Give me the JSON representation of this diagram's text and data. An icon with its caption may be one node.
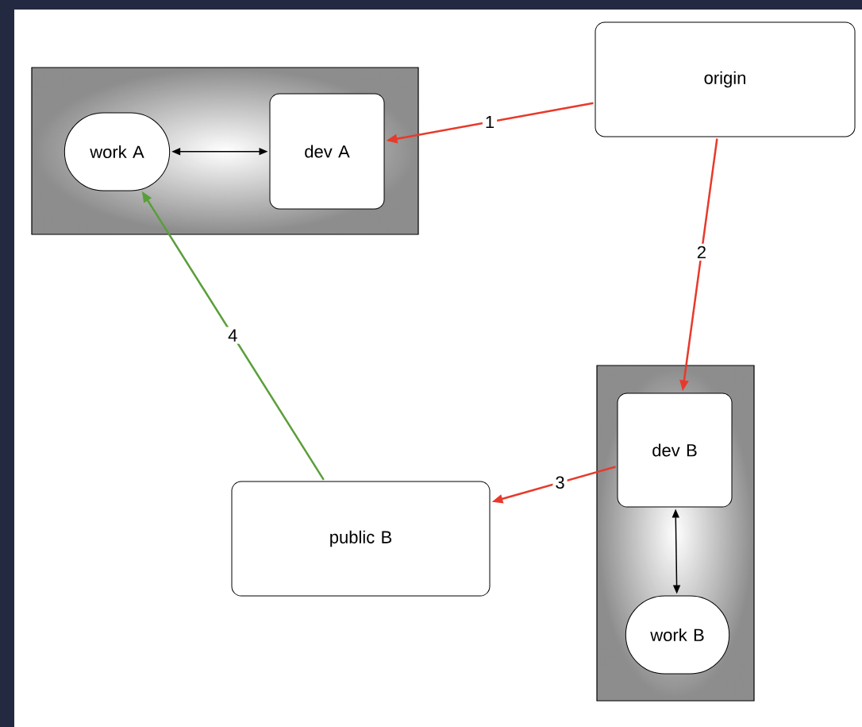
{
  "diagram": {
    "nodes": [
      {
        "text": [],
        "shape": "box"
      },
      {
        "text": [
          "work A"
        ],
        "in": 0
      },
      {
        "text": [
          "dev A"
        ],
        "in": 0
      },
      {
        "text": [
          "origin"
        ]
      },
      {
        "text": [],
        "shape": "box"
      },
      {
        "text": [
          "dev B"
        ],
        "in": 4
      },
      {
        "text": [
          "work B"
        ],
        "in": 4
      },
      {
        "text": [
          "public B"
        ]
      }
    ],
    "edges": [
      {
        "from": 1,
        "to": 2,
        "arrow": "both",
        "color": "#000000"
      },
      {
        "from": 3,
        "to": 2,
        "arrow": "to",
        "label": "1"
      },
      {
        "from": 3,
        "to": 5,
        "arrow": "to",
        "label": "2"
      },
      {
        "from": 5,
        "to": 7,
        "arrow": "to",
        "label": "3"
      },
      {
        "from": 7,
        "to": 1,
        "arrow": "to",
        "label": "4",
        "color": "#5a9e3a"
      },
      {
        "from": 5,
        "to": 6,
        "arrow": "both",
        "color": "#000000"
      }
    ]
  }
}
